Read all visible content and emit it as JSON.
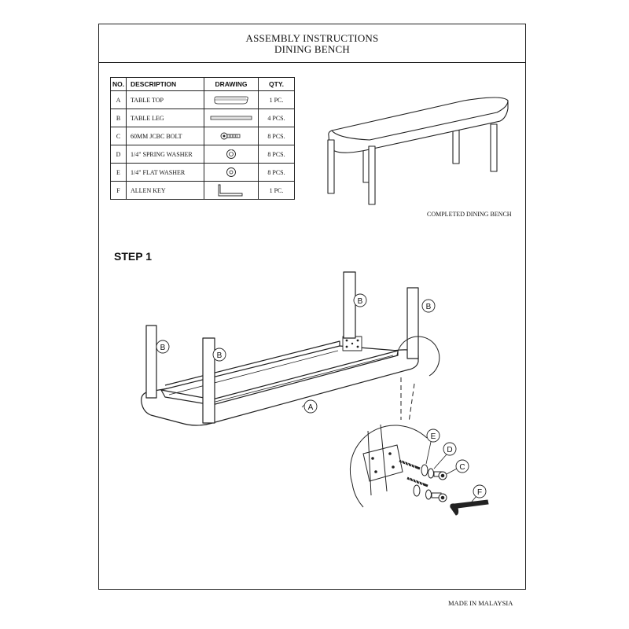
{
  "header": {
    "title_line1": "ASSEMBLY INSTRUCTIONS",
    "title_line2": "DINING BENCH"
  },
  "parts_table": {
    "columns": [
      "NO.",
      "DESCRIPTION",
      "DRAWING",
      "QTY."
    ],
    "rows": [
      {
        "no": "A",
        "description": "TABLE TOP",
        "qty": "1 PC.",
        "drawing_icon": "table-top-icon"
      },
      {
        "no": "B",
        "description": "TABLE LEG",
        "qty": "4 PCS.",
        "drawing_icon": "table-leg-icon"
      },
      {
        "no": "C",
        "description": "60MM JCBC BOLT",
        "qty": "8 PCS.",
        "drawing_icon": "bolt-icon"
      },
      {
        "no": "D",
        "description": "1/4\" SPRING WASHER",
        "qty": "8 PCS.",
        "drawing_icon": "spring-washer-icon"
      },
      {
        "no": "E",
        "description": "1/4\" FLAT WASHER",
        "qty": "8 PCS.",
        "drawing_icon": "flat-washer-icon"
      },
      {
        "no": "F",
        "description": "ALLEN KEY",
        "qty": "1 PC.",
        "drawing_icon": "allen-key-icon"
      }
    ]
  },
  "completed_caption": "COMPLETED DINING BENCH",
  "step": {
    "title": "STEP 1",
    "labels": {
      "leg": "B",
      "top": "A",
      "flat_washer": "E",
      "spring_washer": "D",
      "bolt": "C",
      "allen_key": "F"
    }
  },
  "footer": {
    "made_in": "MADE IN MALAYSIA"
  }
}
